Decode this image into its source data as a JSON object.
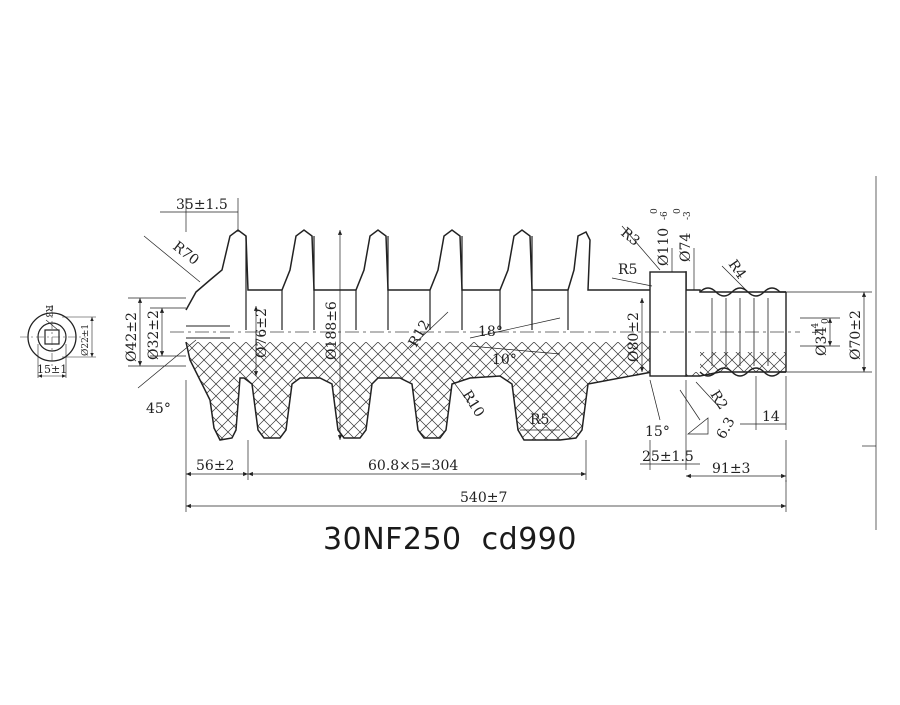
{
  "caption": "30NF250  cd990",
  "dimensions": {
    "d_35": "35±1.5",
    "r70": "R70",
    "r3_top": "R3",
    "d110": "Ø110",
    "d110_tol_upper": "0",
    "d110_tol_lower": "-6",
    "d74": "Ø74",
    "d74_tol_upper": "0",
    "d74_tol_lower": "-3",
    "r5_top": "R5",
    "r4": "R4",
    "d42": "Ø42±2",
    "d32": "Ø32±2",
    "d76": "Ø76±2",
    "d188": "Ø188±6",
    "r12": "R12",
    "angle18": "18°",
    "angle10": "10°",
    "d80": "Ø80±2",
    "d34": "Ø34",
    "d34_tol_upper": "+4",
    "d34_tol_lower": "0",
    "d70": "Ø70±2",
    "angle45": "45°",
    "r10": "R10",
    "r5_bottom": "R5",
    "angle15": "15°",
    "r2": "R2",
    "rough": "6.3",
    "d14": "14",
    "d56": "56±2",
    "d304": "60.8×5=304",
    "d25": "25±1.5",
    "d91": "91±3",
    "d540": "540±7"
  },
  "end_view": {
    "r3": "R3",
    "d22": "Ø22±1",
    "d15": "15±1"
  }
}
